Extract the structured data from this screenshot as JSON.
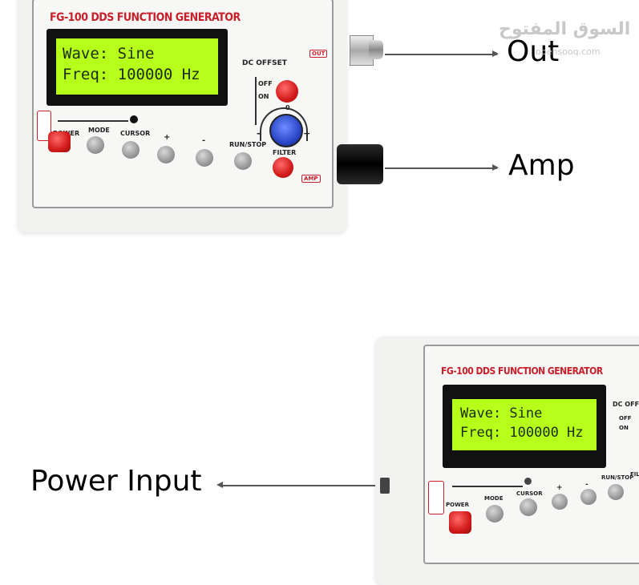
{
  "device_top": {
    "title": "FG-100 DDS FUNCTION GENERATOR",
    "lcd_line1": "Wave: Sine",
    "lcd_line2": "Freq: 100000 Hz",
    "dc_offset": "DC OFFSET",
    "off": "OFF",
    "on": "ON",
    "zero": "0",
    "minus": "-",
    "plus": "+",
    "out_tag": "OUT",
    "amp_tag": "AMP",
    "buttons": [
      "POWER",
      "MODE",
      "CURSOR",
      "+",
      "-",
      "RUN/STOP",
      "FILTER"
    ]
  },
  "callouts": {
    "out": "Out",
    "amp": "Amp",
    "power_input": "Power Input"
  },
  "watermark": {
    "arabic": "السوق المفتوح",
    "latin": "opensooq.com"
  },
  "device_bottom": {
    "title": "FG-100 DDS FUNCTION GENERATOR",
    "lcd_line1": "Wave: Sine",
    "lcd_line2": "Freq: 100000 Hz",
    "dc_offset": "DC OFFSE",
    "off": "OFF",
    "on": "ON",
    "buttons": [
      "POWER",
      "MODE",
      "CURSOR",
      "+",
      "-",
      "RUN/STOP",
      "FIL"
    ]
  },
  "colors": {
    "lcd": "#b6ff1a",
    "accent_red": "#c8202a",
    "button_red": "#d21a1a"
  }
}
